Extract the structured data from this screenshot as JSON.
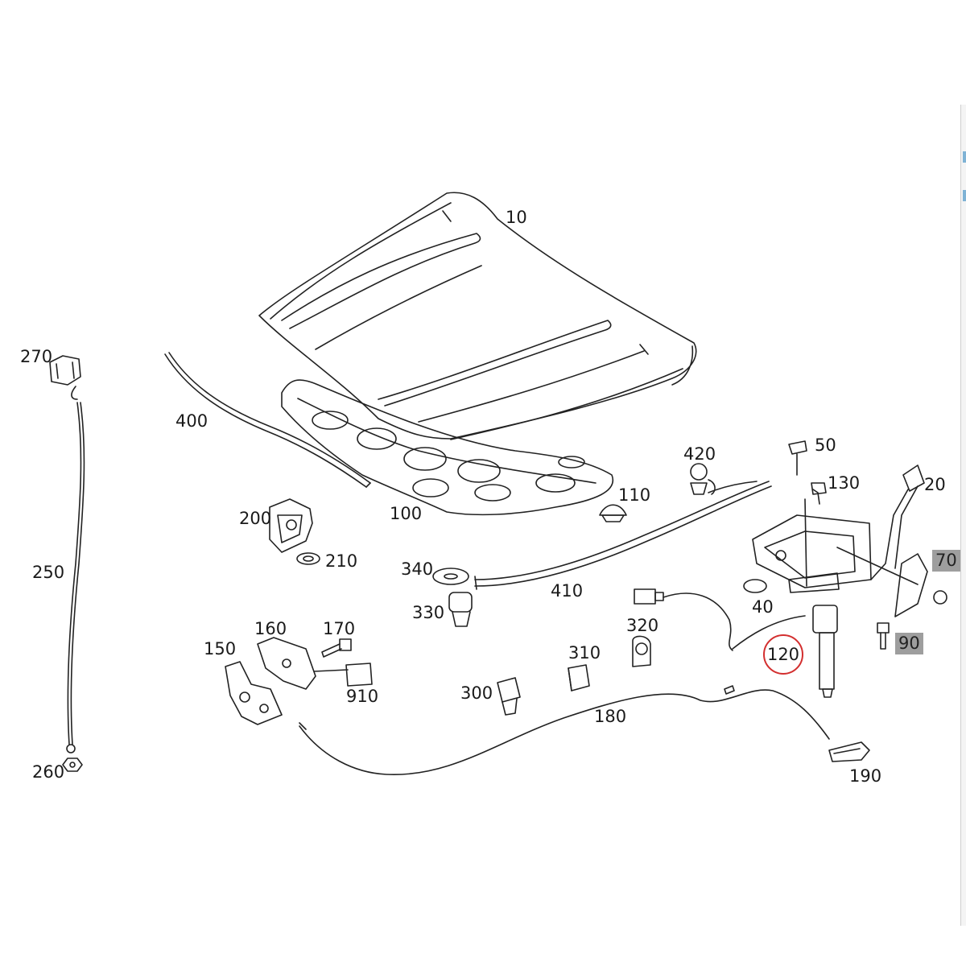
{
  "diagram": {
    "highlight_color": "#d32f2f",
    "tag_color": "#9e9e9e",
    "parts": [
      {
        "id": "10"
      },
      {
        "id": "20"
      },
      {
        "id": "40"
      },
      {
        "id": "50"
      },
      {
        "id": "70"
      },
      {
        "id": "90"
      },
      {
        "id": "100"
      },
      {
        "id": "110"
      },
      {
        "id": "120"
      },
      {
        "id": "130"
      },
      {
        "id": "150"
      },
      {
        "id": "160"
      },
      {
        "id": "170"
      },
      {
        "id": "180"
      },
      {
        "id": "190"
      },
      {
        "id": "200"
      },
      {
        "id": "210"
      },
      {
        "id": "250"
      },
      {
        "id": "260"
      },
      {
        "id": "270"
      },
      {
        "id": "300"
      },
      {
        "id": "310"
      },
      {
        "id": "320"
      },
      {
        "id": "330"
      },
      {
        "id": "340"
      },
      {
        "id": "400"
      },
      {
        "id": "410"
      },
      {
        "id": "420"
      },
      {
        "id": "910"
      }
    ]
  }
}
